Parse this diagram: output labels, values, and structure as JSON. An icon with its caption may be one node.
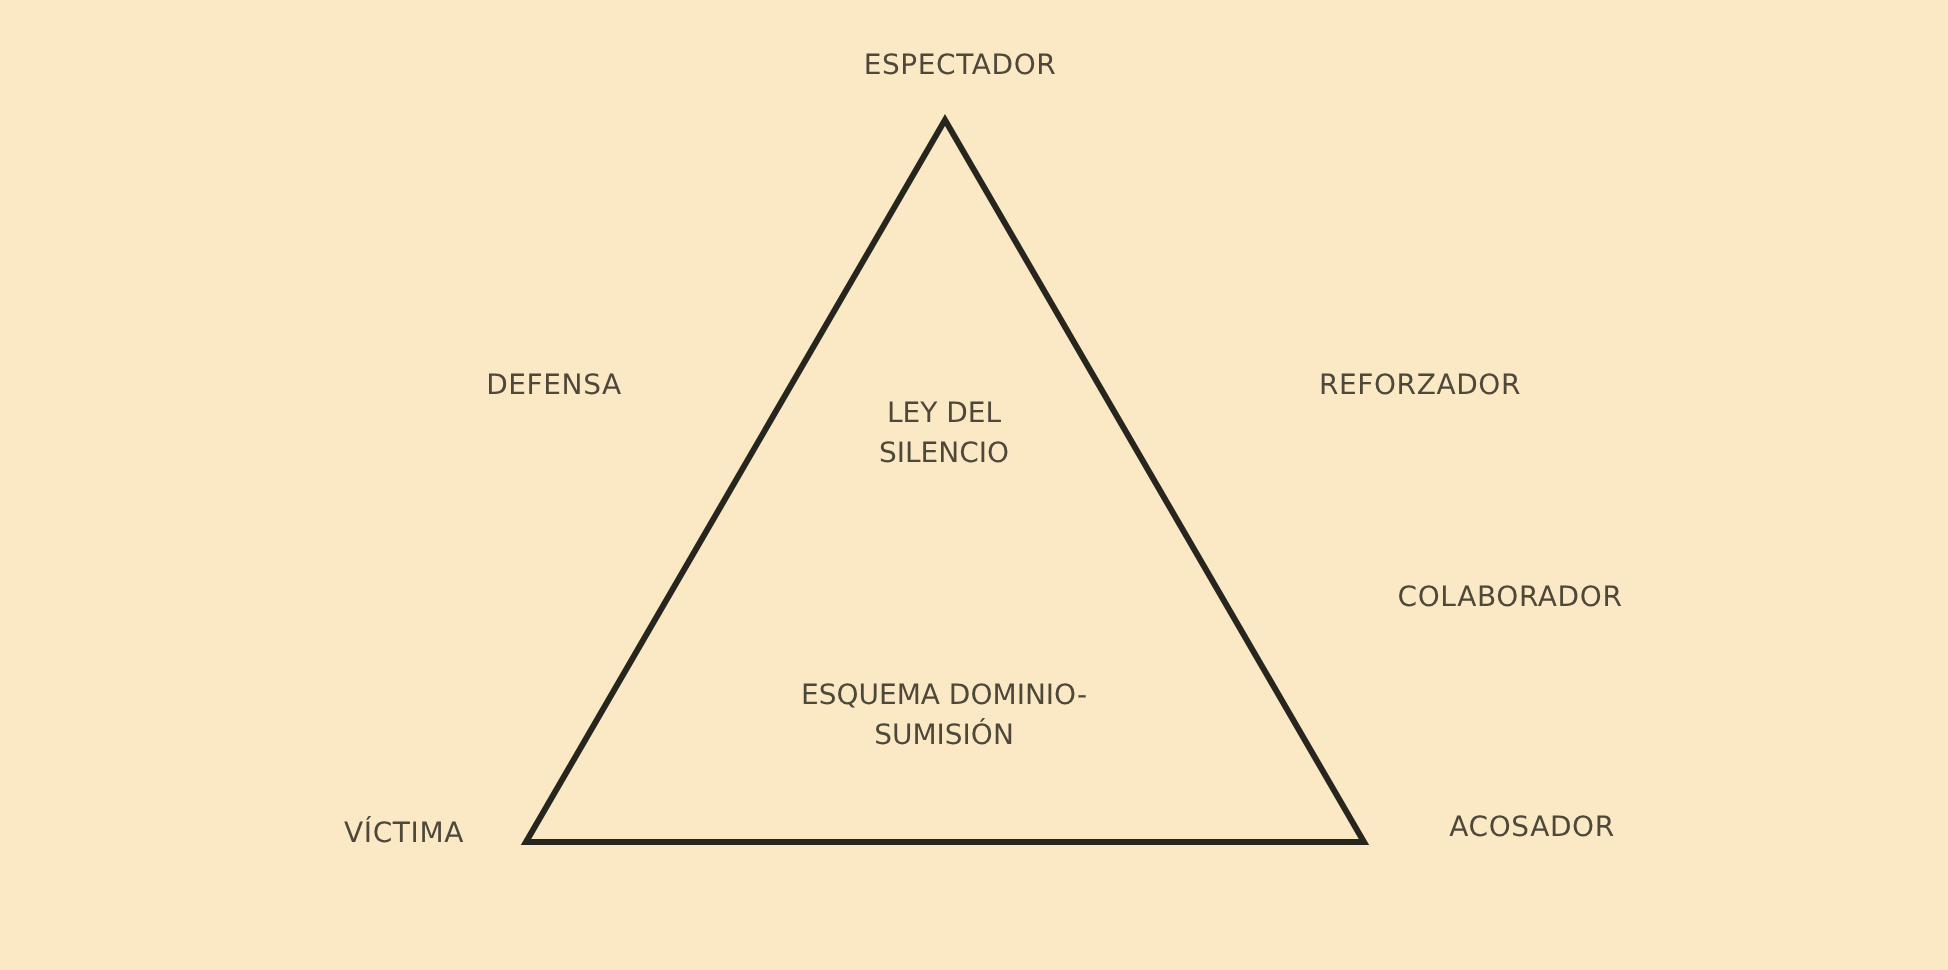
{
  "diagram": {
    "nodes": [
      {
        "text": [
          "LEY DEL SILENCIO",
          "ESQUEMA DOMINIO-SUMISIÓN"
        ]
      }
    ],
    "labels": [
      "ESPECTADOR",
      "DEFENSA",
      "REFORZADOR",
      "COLABORADOR",
      "VÍCTIMA",
      "ACOSADOR"
    ]
  }
}
